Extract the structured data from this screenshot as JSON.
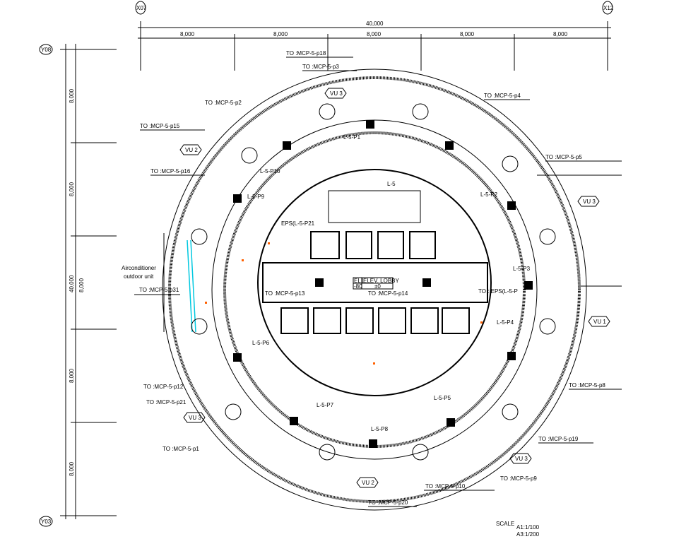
{
  "grid": {
    "x_left": "X07",
    "x_right": "X12",
    "y_top": "Y08",
    "y_bottom": "Y03"
  },
  "dimensions": {
    "total_h": "40,000",
    "spans_h": [
      "8,000",
      "8,000",
      "8,000",
      "8,000",
      "8,000"
    ],
    "total_v": "40,000",
    "spans_v": [
      "8,000",
      "8,000",
      "8,000",
      "8,000",
      "8,000"
    ]
  },
  "labels": [
    "TO :MCP-5-p18",
    "TO :MCP-5-p3",
    "TO :MCP-5-p2",
    "TO :MCP-5-p15",
    "TO :MCP-5-p16",
    "TO :MCP-5-p4",
    "TO :MCP-5-p5",
    "L-5-P1",
    "L-5-P10",
    "L-5-P9",
    "L-5-P2",
    "L-5",
    "EPS(L-5-P21",
    "TO :MCP-5-p31",
    "TO :MCP-5-p13",
    "TO :MCP-5-p14",
    "TO : EPS(L-5-P",
    "L-5-P3",
    "L-5-P4",
    "L-5-P6",
    "TO :MCP-5-p12",
    "TO :MCP-5-p21",
    "TO :MCP-5-p8",
    "L-5-P7",
    "L-5-P5",
    "L-5-P8",
    "TO :MCP-5-p1",
    "TO :MCP-5-p19",
    "TO :MCP-5-p9",
    "TO :MCP-5-p10",
    "TO :MCP-5-p20"
  ],
  "aircon": {
    "line1": "Airconditioner",
    "line2": "outdoor unit"
  },
  "lobby": {
    "code": "EL1",
    "name": "ELEV. LOBBY",
    "level_a": "-80",
    "level_b": "±0"
  },
  "vu_tags": [
    "VU 3",
    "VU 2",
    "VU 3",
    "VU 1",
    "VU 3",
    "VU 3",
    "VU 2"
  ],
  "scale": {
    "label": "SCALE",
    "a1": "A1:1/100",
    "a3": "A3:1/200"
  },
  "colors": {
    "line": "#000000",
    "duct": "#00c8e0",
    "marker": "#ff6000"
  }
}
